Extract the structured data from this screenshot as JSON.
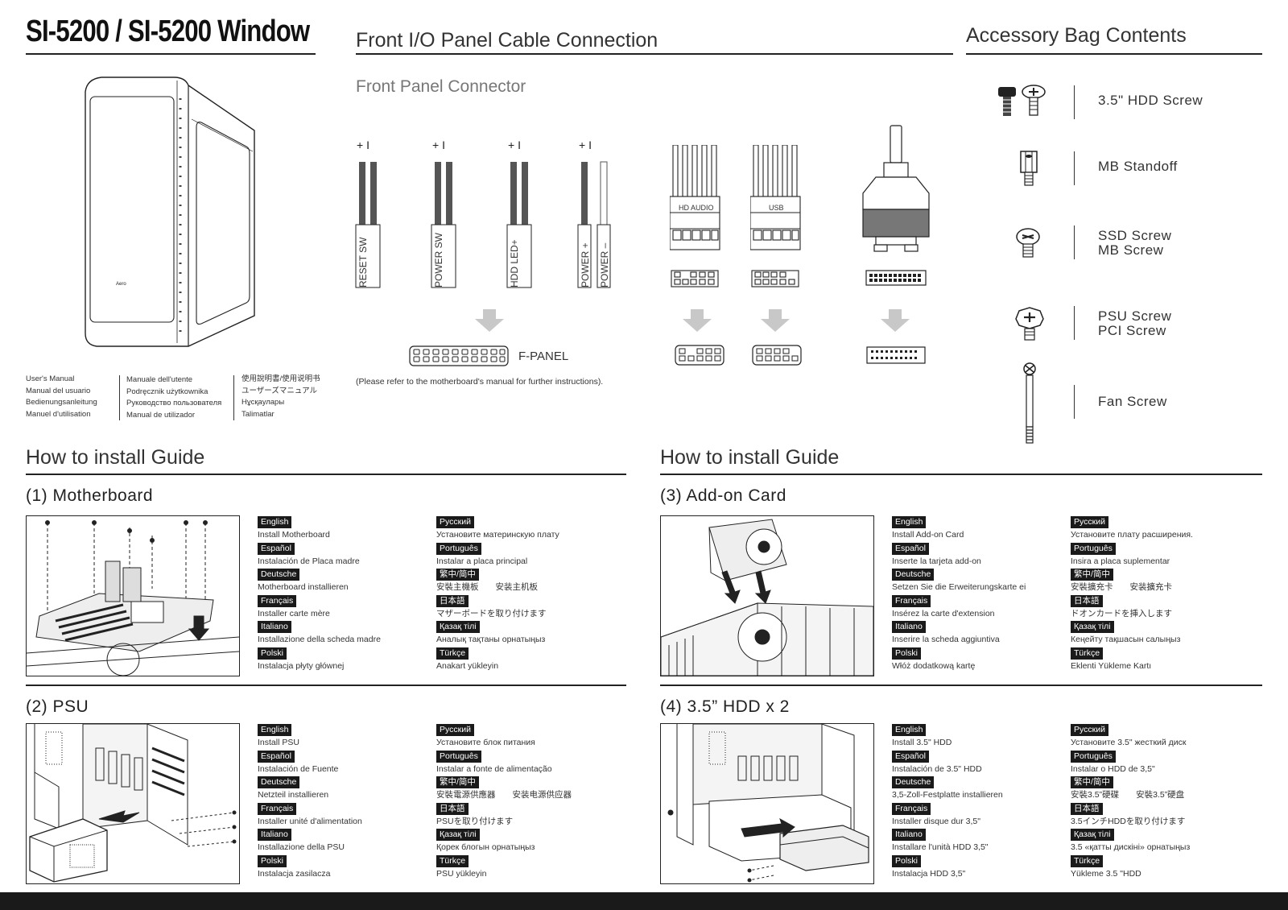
{
  "header": {
    "model_title": "SI-5200 / SI-5200 Window",
    "io_title": "Front I/O Panel Cable Connection",
    "accessory_title": "Accessory Bag Contents",
    "front_panel_title": "Front Panel Connector"
  },
  "manuals": {
    "col1": [
      "User's Manual",
      "Manual del usuario",
      "Bedienungsanleitung",
      "Manuel d'utilisation"
    ],
    "col2": [
      "Manuale dell'utente",
      "Podręcznik użytkownika",
      "Руководство пользователя",
      "Manual de utilizador"
    ],
    "col3": [
      "使用說明書/使用说明书",
      "ユーザーズマニュアル",
      "Нұсқаулары",
      "Talimatlar"
    ]
  },
  "front_panel": {
    "polarity": "+ I",
    "connectors": [
      "RESET SW",
      "POWER SW",
      "HDD LED+",
      "POWER +",
      "POWER –"
    ],
    "fpanel_label": "F-PANEL",
    "note": "(Please refer to the motherboard's manual for further instructions).",
    "hd_audio_label": "HD AUDIO",
    "usb_label": "USB"
  },
  "accessories": [
    {
      "icon": "hdd-screw-icon",
      "label": "3.5\" HDD Screw"
    },
    {
      "icon": "mb-standoff-icon",
      "label": "MB Standoff"
    },
    {
      "icon": "ssd-screw-icon",
      "label": "SSD Screw\nMB Screw"
    },
    {
      "icon": "psu-screw-icon",
      "label": "PSU Screw\nPCI Screw"
    },
    {
      "icon": "fan-screw-icon",
      "label": "Fan Screw"
    }
  ],
  "guide": {
    "left_title": "How to install Guide",
    "right_title": "How to install Guide",
    "steps": [
      {
        "title": "(1) Motherboard",
        "col1": [
          {
            "lang": "English",
            "text": "Install Motherboard"
          },
          {
            "lang": "Español",
            "text": "Instalación de Placa madre"
          },
          {
            "lang": "Deutsche",
            "text": "Motherboard installieren"
          },
          {
            "lang": "Français",
            "text": "Installer carte mère"
          },
          {
            "lang": "Italiano",
            "text": "Installazione della scheda madre"
          },
          {
            "lang": "Polski",
            "text": "Instalacja płyty głównej"
          }
        ],
        "col2": [
          {
            "lang": "Русский",
            "text": "Установите материнскую плату"
          },
          {
            "lang": "Português",
            "text": "Instalar a placa principal"
          },
          {
            "lang": "繁中/简中",
            "text": "安裝主機板　　安装主机板"
          },
          {
            "lang": "日本語",
            "text": "マザーボードを取り付けます"
          },
          {
            "lang": "Қазақ тілі",
            "text": "Аналық тақтаны орнатыңыз"
          },
          {
            "lang": "Türkçe",
            "text": "Anakart yükleyin"
          }
        ]
      },
      {
        "title": "(2) PSU",
        "col1": [
          {
            "lang": "English",
            "text": "Install PSU"
          },
          {
            "lang": "Español",
            "text": "Instalación de Fuente"
          },
          {
            "lang": "Deutsche",
            "text": "Netzteil installieren"
          },
          {
            "lang": "Français",
            "text": "Installer unité d'alimentation"
          },
          {
            "lang": "Italiano",
            "text": "Installazione della PSU"
          },
          {
            "lang": "Polski",
            "text": "Instalacja zasilacza"
          }
        ],
        "col2": [
          {
            "lang": "Русский",
            "text": "Установите блок питания"
          },
          {
            "lang": "Português",
            "text": "Instalar a fonte de alimentação"
          },
          {
            "lang": "繁中/简中",
            "text": "安裝電源供應器　　安装电源供应器"
          },
          {
            "lang": "日本語",
            "text": "PSUを取り付けます"
          },
          {
            "lang": "Қазақ тілі",
            "text": "Қорек блогын орнатыңыз"
          },
          {
            "lang": "Türkçe",
            "text": "PSU yükleyin"
          }
        ]
      },
      {
        "title": "(3) Add-on Card",
        "col1": [
          {
            "lang": "English",
            "text": "Install Add-on Card"
          },
          {
            "lang": "Español",
            "text": "Inserte la tarjeta add-on"
          },
          {
            "lang": "Deutsche",
            "text": "Setzen Sie die Erweiterungskarte ei"
          },
          {
            "lang": "Français",
            "text": "Insérez la carte d'extension"
          },
          {
            "lang": "Italiano",
            "text": "Inserire la scheda aggiuntiva"
          },
          {
            "lang": "Polski",
            "text": "Włóż dodatkową kartę"
          }
        ],
        "col2": [
          {
            "lang": "Русский",
            "text": "Установите плату расширения."
          },
          {
            "lang": "Português",
            "text": "Insira a placa suplementar"
          },
          {
            "lang": "繁中/简中",
            "text": "安裝擴充卡　　安装擴充卡"
          },
          {
            "lang": "日本語",
            "text": "ドオンカードを挿入します"
          },
          {
            "lang": "Қазақ тілі",
            "text": "Кеңейту тақшасын салыңыз"
          },
          {
            "lang": "Türkçe",
            "text": "Eklenti Yükleme Kartı"
          }
        ]
      },
      {
        "title": "(4) 3.5” HDD x 2",
        "col1": [
          {
            "lang": "English",
            "text": "Install 3.5\" HDD"
          },
          {
            "lang": "Español",
            "text": "Instalación de 3.5\" HDD"
          },
          {
            "lang": "Deutsche",
            "text": "3,5-Zoll-Festplatte installieren"
          },
          {
            "lang": "Français",
            "text": "Installer disque dur 3,5\""
          },
          {
            "lang": "Italiano",
            "text": "Installare l'unità HDD 3,5\""
          },
          {
            "lang": "Polski",
            "text": "Instalacja HDD 3,5\""
          }
        ],
        "col2": [
          {
            "lang": "Русский",
            "text": "Установите 3.5\" жесткий диск"
          },
          {
            "lang": "Português",
            "text": "Instalar o HDD de 3,5\""
          },
          {
            "lang": "繁中/简中",
            "text": "安裝3.5”硬碟　　安裝3.5”硬盘"
          },
          {
            "lang": "日本語",
            "text": "3.5インチHDDを取り付けます"
          },
          {
            "lang": "Қазақ тілі",
            "text": "3.5 «қатты дискіні» орнатыңыз"
          },
          {
            "lang": "Türkçe",
            "text": "Yükleme 3.5 \"HDD"
          }
        ]
      }
    ]
  },
  "colors": {
    "ink": "#222222",
    "arrow_gray": "#c8c8c8",
    "footer": "#1a1a1a"
  }
}
